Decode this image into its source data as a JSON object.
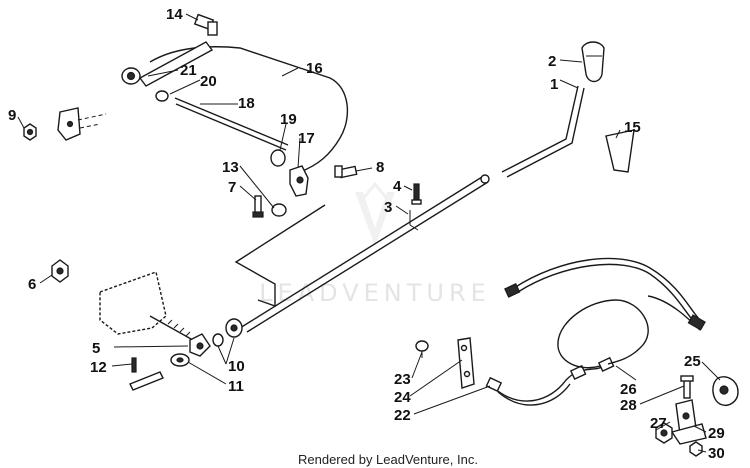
{
  "diagram": {
    "callouts": [
      {
        "id": "c1",
        "text": "1"
      },
      {
        "id": "c2",
        "text": "2"
      },
      {
        "id": "c3",
        "text": "3"
      },
      {
        "id": "c4",
        "text": "4"
      },
      {
        "id": "c5",
        "text": "5"
      },
      {
        "id": "c6",
        "text": "6"
      },
      {
        "id": "c7",
        "text": "7"
      },
      {
        "id": "c8",
        "text": "8"
      },
      {
        "id": "c9",
        "text": "9"
      },
      {
        "id": "c10",
        "text": "10"
      },
      {
        "id": "c11",
        "text": "11"
      },
      {
        "id": "c12",
        "text": "12"
      },
      {
        "id": "c13",
        "text": "13"
      },
      {
        "id": "c14",
        "text": "14"
      },
      {
        "id": "c15",
        "text": "15"
      },
      {
        "id": "c16",
        "text": "16"
      },
      {
        "id": "c17",
        "text": "17"
      },
      {
        "id": "c18",
        "text": "18"
      },
      {
        "id": "c19",
        "text": "19"
      },
      {
        "id": "c20",
        "text": "20"
      },
      {
        "id": "c21",
        "text": "21"
      },
      {
        "id": "c22",
        "text": "22"
      },
      {
        "id": "c23",
        "text": "23"
      },
      {
        "id": "c24",
        "text": "24"
      },
      {
        "id": "c25",
        "text": "25"
      },
      {
        "id": "c26",
        "text": "26"
      },
      {
        "id": "c27",
        "text": "27"
      },
      {
        "id": "c28",
        "text": "28"
      },
      {
        "id": "c29",
        "text": "29"
      },
      {
        "id": "c30",
        "text": "30"
      }
    ],
    "watermark": "LEADVENTURE",
    "footer": "Rendered by LeadVenture, Inc."
  },
  "colors": {
    "line": "#1a1a1a",
    "background": "#ffffff",
    "watermark": "#e4e4e4"
  }
}
